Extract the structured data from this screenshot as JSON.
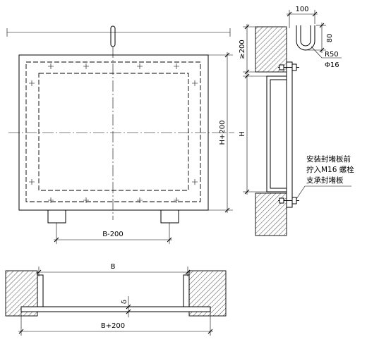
{
  "front_view": {
    "height_dim": "H+200",
    "foot_spacing_dim": "B-200"
  },
  "side_view": {
    "hook_width_dim": "100",
    "hook_height_dim": "80",
    "hook_radius": "R50",
    "hook_bar_dia": "Φ16",
    "embed_dim": "≥200",
    "height_dim": "H",
    "note_lines": [
      "安装封堵板前",
      "拧入M16 螺栓",
      "支承封堵板"
    ]
  },
  "plan_section": {
    "width_dim": "B",
    "thickness_dim": "δ",
    "total_width_dim": "B+200"
  }
}
